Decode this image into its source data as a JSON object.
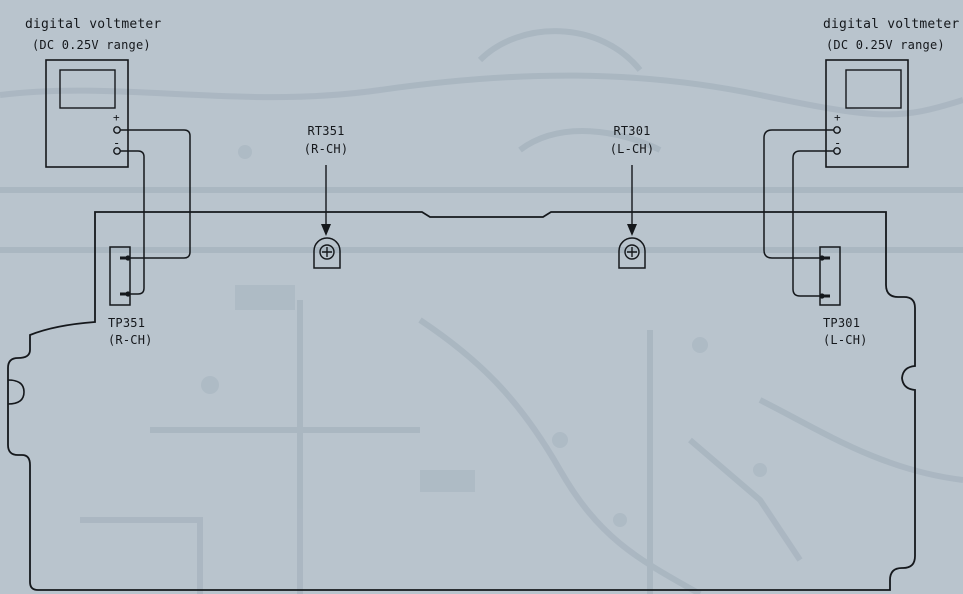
{
  "colors": {
    "background": "#b9c4cd",
    "trace": "#a8b5c0",
    "ink": "#15181c"
  },
  "meters": {
    "left": {
      "line1": "digital voltmeter",
      "line2": "(DC 0.25V range)",
      "plus": "+",
      "minus": "-"
    },
    "right": {
      "line1": "digital voltmeter",
      "line2": "(DC 0.25V range)",
      "plus": "+",
      "minus": "-"
    }
  },
  "trimmers": {
    "r": {
      "line1": "RT351",
      "line2": "(R-CH)"
    },
    "l": {
      "line1": "RT301",
      "line2": "(L-CH)"
    }
  },
  "test_points": {
    "r": {
      "line1": "TP351",
      "line2": "(R-CH)"
    },
    "l": {
      "line1": "TP301",
      "line2": "(L-CH)"
    }
  },
  "icons": [
    "voltmeter-icon",
    "trimmer-potentiometer-icon",
    "test-point-connector-icon"
  ]
}
